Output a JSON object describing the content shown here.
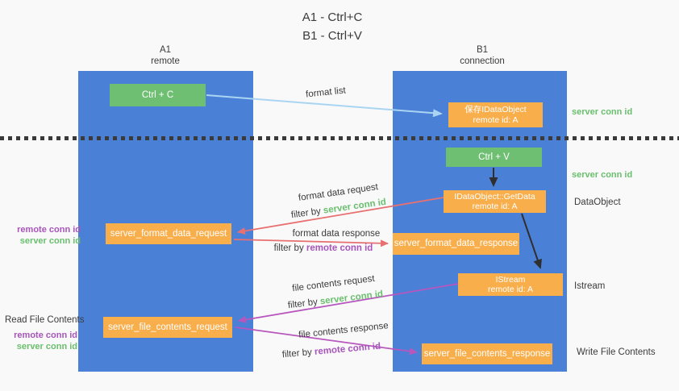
{
  "title": {
    "line1": "A1 - Ctrl+C",
    "line2": "B1 - Ctrl+V"
  },
  "lifelines": {
    "left": {
      "title": "A1",
      "subtitle": "remote"
    },
    "right": {
      "title": "B1",
      "subtitle": "connection"
    }
  },
  "nodes": {
    "ctrl_c": {
      "label": "Ctrl + C"
    },
    "ctrl_v": {
      "label": "Ctrl + V"
    },
    "save_dataobject": {
      "line1": "保存IDataObject",
      "line2": "remote id: A"
    },
    "getdata": {
      "line1": "IDataObject::GetData",
      "line2": "remote id: A"
    },
    "istream": {
      "line1": "IStream",
      "line2": "remote id: A"
    },
    "server_format_data_request": {
      "label": "server_format_data_request"
    },
    "server_format_data_response": {
      "label": "server_format_data_response"
    },
    "server_file_contents_request": {
      "label": "server_file_contents_request"
    },
    "server_file_contents_response": {
      "label": "server_file_contents_response"
    }
  },
  "messages": {
    "format_list": {
      "label": "format list"
    },
    "format_data_request": {
      "label": "format data request",
      "filter_prefix": "filter by ",
      "filter_key": "server conn id"
    },
    "format_data_response": {
      "label": "format data response",
      "filter_prefix": "filter by ",
      "filter_key": "remote conn id"
    },
    "file_contents_request": {
      "label": "file contents request",
      "filter_prefix": "filter by ",
      "filter_key": "server conn id"
    },
    "file_contents_response": {
      "label": "file contents response",
      "filter_prefix": "filter by ",
      "filter_key": "remote conn id"
    }
  },
  "annotations": {
    "right": {
      "server_conn_id_top": "server conn id",
      "server_conn_id_mid": "server conn id",
      "dataobject": "DataObject",
      "istream": "Istream",
      "write_file_contents": "Write File Contents"
    },
    "left": {
      "remote_conn_id_top": "remote conn id",
      "server_conn_id_top": "server conn id",
      "read_file_contents": "Read File Contents",
      "remote_conn_id_bottom": "remote conn id",
      "server_conn_id_bottom": "server conn id"
    }
  },
  "colors": {
    "lifeline_blue": "#4b80d7",
    "node_green": "#6fbf72",
    "node_orange": "#f9ae4c",
    "arrow_red": "#e87070",
    "arrow_purple": "#b757be",
    "arrow_lightblue": "#aad5f2",
    "arrow_black": "#2f2f2f",
    "text_green": "#6abf6e",
    "text_purple": "#a855bb",
    "text_dark": "#3b3b3b",
    "background": "#f9f9f9"
  }
}
